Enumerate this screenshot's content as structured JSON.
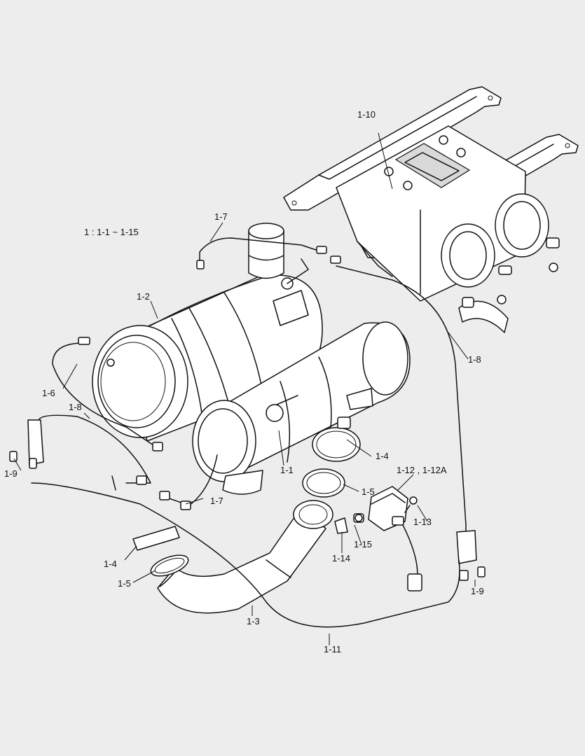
{
  "summary_label": "1 : 1-1 ~ 1-15",
  "callouts": {
    "c1_1": "1-1",
    "c1_2": "1-2",
    "c1_3": "1-3",
    "c1_4a": "1-4",
    "c1_4b": "1-4",
    "c1_5a": "1-5",
    "c1_5b": "1-5",
    "c1_6": "1-6",
    "c1_7a": "1-7",
    "c1_7b": "1-7",
    "c1_8a": "1-8",
    "c1_8b": "1-8",
    "c1_9a": "1-9",
    "c1_9b": "1-9",
    "c1_10": "1-10",
    "c1_11": "1-11",
    "c1_12": "1-12 , 1-12A",
    "c1_13": "1-13",
    "c1_14": "1-14",
    "c1_15": "1-15"
  }
}
